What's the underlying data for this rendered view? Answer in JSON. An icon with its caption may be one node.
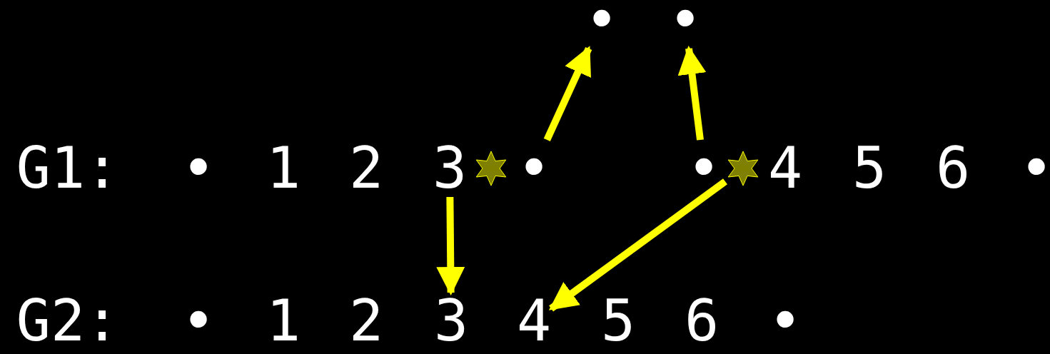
{
  "diagram": {
    "nodes": [
      {
        "text": [
          "•"
        ]
      },
      {
        "text": [
          "•"
        ]
      },
      {
        "text": [
          "3"
        ]
      },
      {
        "text": [],
        "shape": "star"
      },
      {
        "text": [
          "•"
        ]
      },
      {
        "text": [
          "•"
        ]
      },
      {
        "text": [],
        "shape": "star"
      },
      {
        "text": [
          "3"
        ]
      },
      {
        "text": [
          "4"
        ]
      }
    ],
    "edges": [
      {
        "from": 4,
        "to": 0,
        "arrow": "to"
      },
      {
        "from": 5,
        "to": 1,
        "arrow": "to"
      },
      {
        "from": 2,
        "to": 7,
        "arrow": "to"
      },
      {
        "from": 6,
        "to": 8,
        "arrow": "to"
      }
    ],
    "labels": [
      "G1:",
      "•",
      "1",
      "2",
      "4",
      "5",
      "6",
      "•",
      "G2:",
      "•",
      "1",
      "2",
      "5",
      "6",
      "•"
    ]
  }
}
